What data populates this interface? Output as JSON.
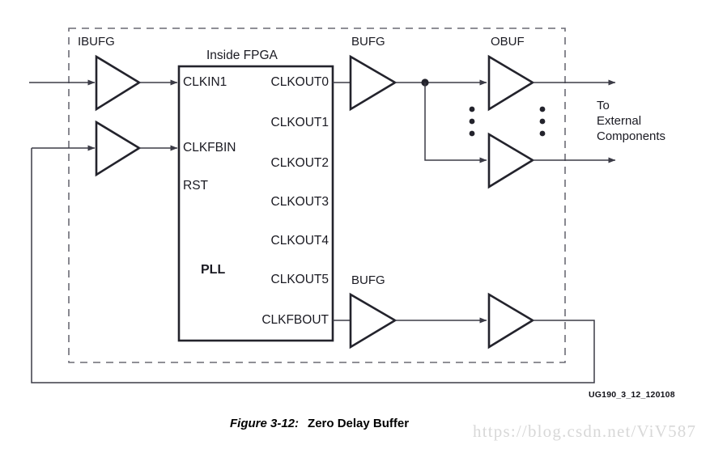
{
  "figure": {
    "inside_label": "Inside FPGA",
    "block_name": "PLL",
    "figure_id_code": "UG190_3_12_120108",
    "caption_number": "Figure 3-12:",
    "caption_title": "Zero Delay Buffer",
    "watermark": "https://blog.csdn.net/ViV587",
    "colors": {
      "line": "#3b3b46",
      "text": "#1a1a22",
      "background": "#ffffff",
      "watermark": "#d8d8d8"
    }
  },
  "buffers": {
    "ibufg_label": "IBUFG",
    "bufg_top_label": "BUFG",
    "obuf_label": "OBUF",
    "bufg_bottom_label": "BUFG"
  },
  "pll": {
    "inputs": [
      {
        "name": "CLKIN1"
      },
      {
        "name": "CLKFBIN"
      },
      {
        "name": "RST"
      }
    ],
    "outputs": [
      {
        "name": "CLKOUT0"
      },
      {
        "name": "CLKOUT1"
      },
      {
        "name": "CLKOUT2"
      },
      {
        "name": "CLKOUT3"
      },
      {
        "name": "CLKOUT4"
      },
      {
        "name": "CLKOUT5"
      },
      {
        "name": "CLKFBOUT"
      }
    ]
  },
  "external": {
    "line1": "To",
    "line2": "External",
    "line3": "Components"
  }
}
